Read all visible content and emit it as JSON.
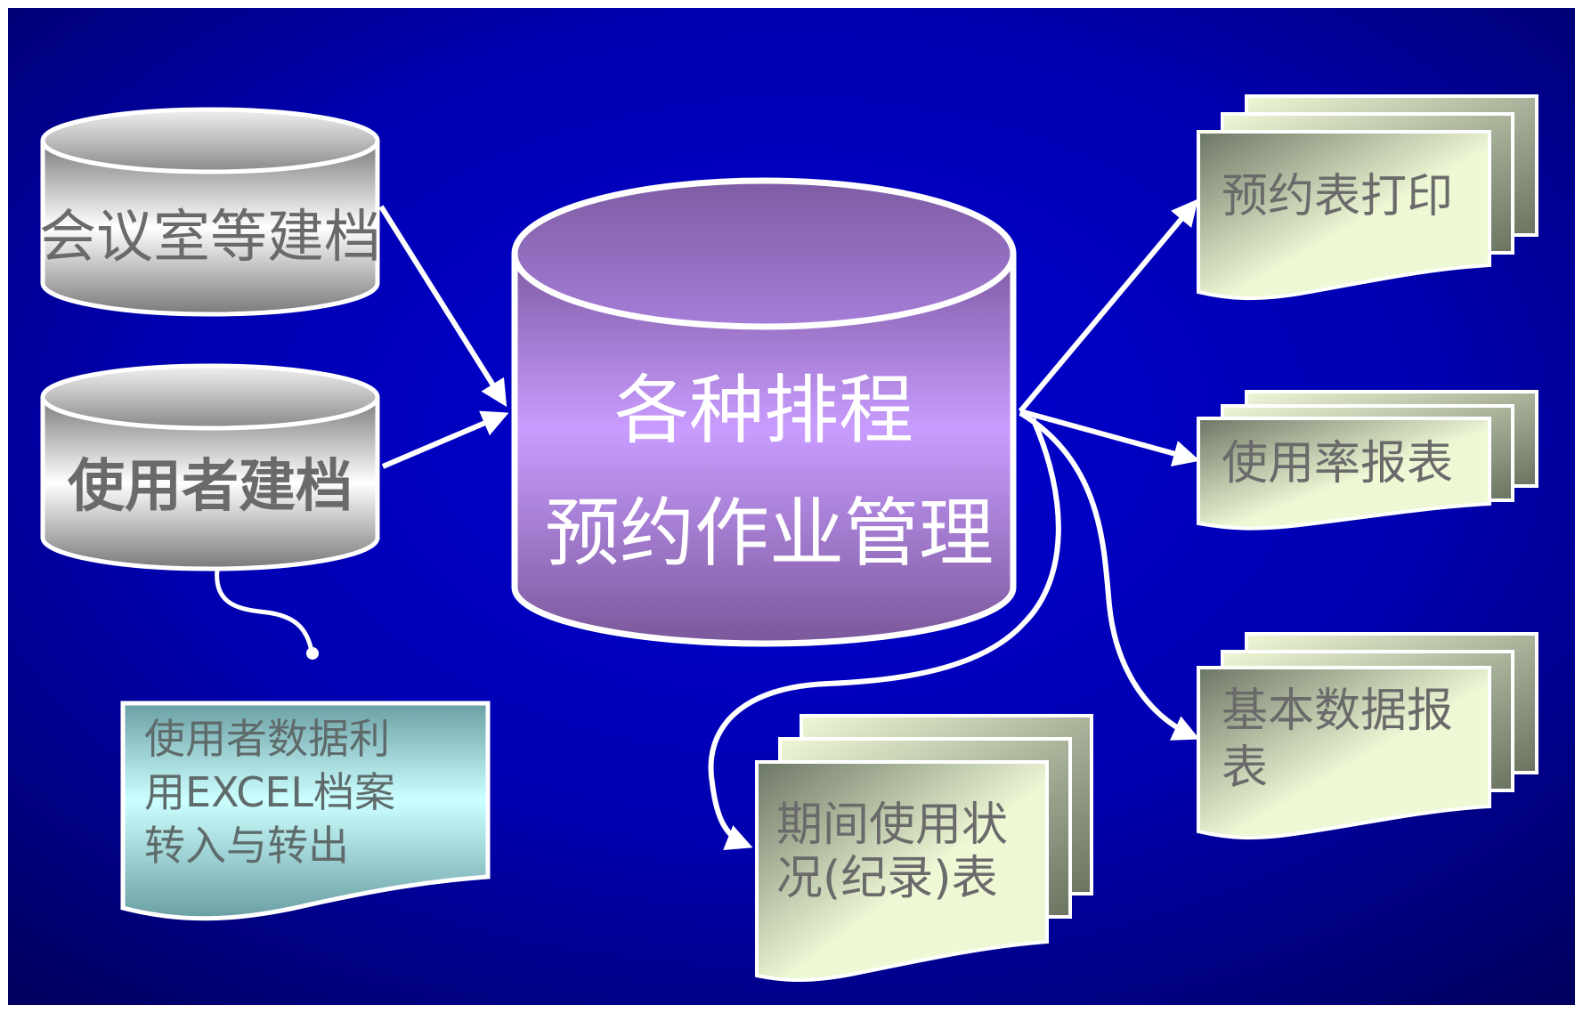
{
  "nodes": {
    "db_rooms": {
      "label": "会议室等建档"
    },
    "db_users": {
      "label": "使用者建档"
    },
    "db_main": {
      "line1": "各种排程",
      "line2": "预约作业管理"
    },
    "note_excel": {
      "lines": [
        "使用者数据利",
        "用EXCEL档案",
        "转入与转出"
      ]
    },
    "doc_print": {
      "lines": [
        "预约表打印"
      ]
    },
    "doc_usage_rate": {
      "lines": [
        "使用率报表"
      ]
    },
    "doc_basic_data": {
      "lines": [
        "基本数据报",
        "表"
      ]
    },
    "doc_period": {
      "lines": [
        "期间使用状",
        "况(纪录)表"
      ]
    }
  },
  "colors": {
    "background_center": "#0000cc",
    "background_edge": "#000066",
    "main_db_fill_light": "#c89bff",
    "main_db_fill_dark": "#7c5a9e",
    "gray_db_light": "#ffffff",
    "gray_db_dark": "#6f6f6f",
    "doc_fill_light": "#efffd8",
    "doc_fill_dark": "#6f7a66",
    "note_fill_light": "#ccffff",
    "note_fill_dark": "#6a9fa3",
    "stroke": "#ffffff"
  }
}
